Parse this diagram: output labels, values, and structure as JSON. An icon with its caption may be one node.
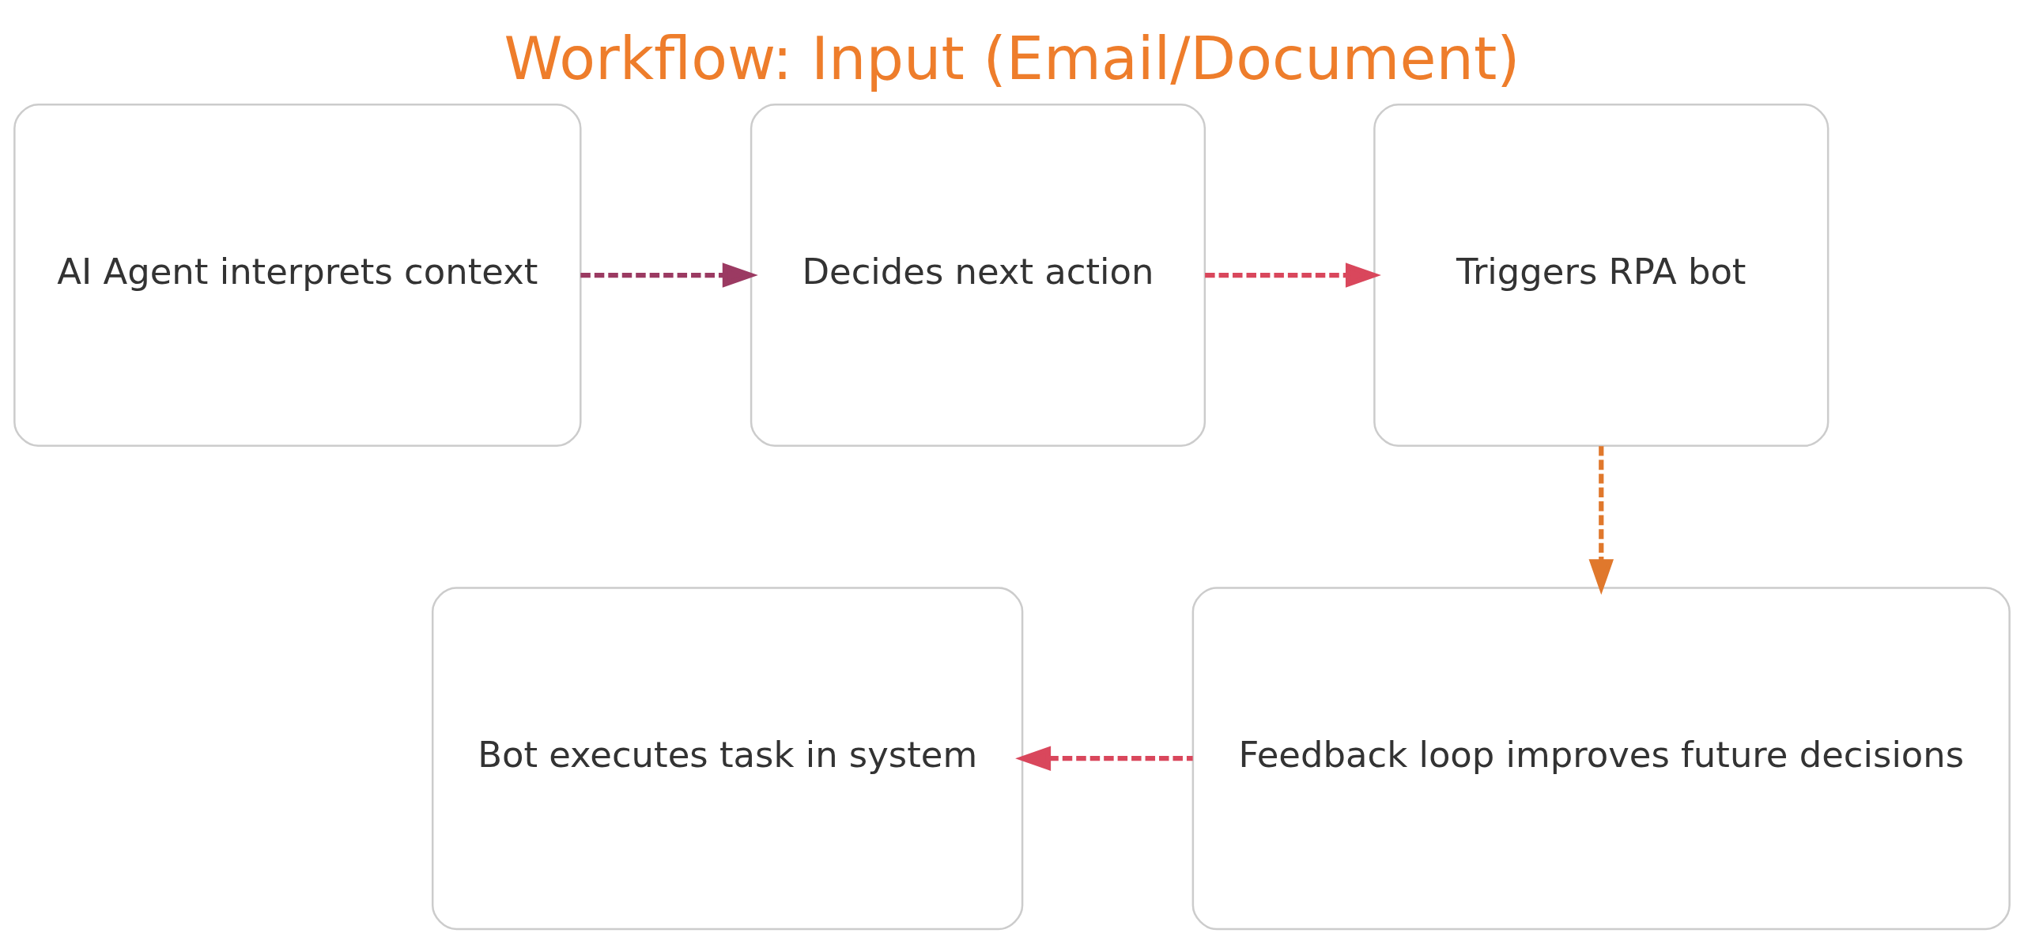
{
  "diagram": {
    "title": "Workflow: Input (Email/Document)",
    "nodes": [
      {
        "text": [
          "AI Agent interprets context"
        ]
      },
      {
        "text": [
          "Decides next action"
        ]
      },
      {
        "text": [
          "Triggers RPA bot"
        ]
      },
      {
        "text": [
          "Bot executes task in system"
        ]
      },
      {
        "text": [
          "Feedback loop improves future decisions"
        ]
      }
    ],
    "edges": [
      {
        "from": 0,
        "to": 1,
        "arrow": "to",
        "style": "dashed",
        "color": "#9b3a62"
      },
      {
        "from": 1,
        "to": 2,
        "arrow": "to",
        "style": "dashed",
        "color": "#d9475c"
      },
      {
        "from": 2,
        "to": 4,
        "arrow": "to",
        "style": "dashed",
        "color": "#e0782c"
      },
      {
        "from": 4,
        "to": 3,
        "arrow": "to",
        "style": "dashed",
        "color": "#d9475c"
      }
    ]
  }
}
